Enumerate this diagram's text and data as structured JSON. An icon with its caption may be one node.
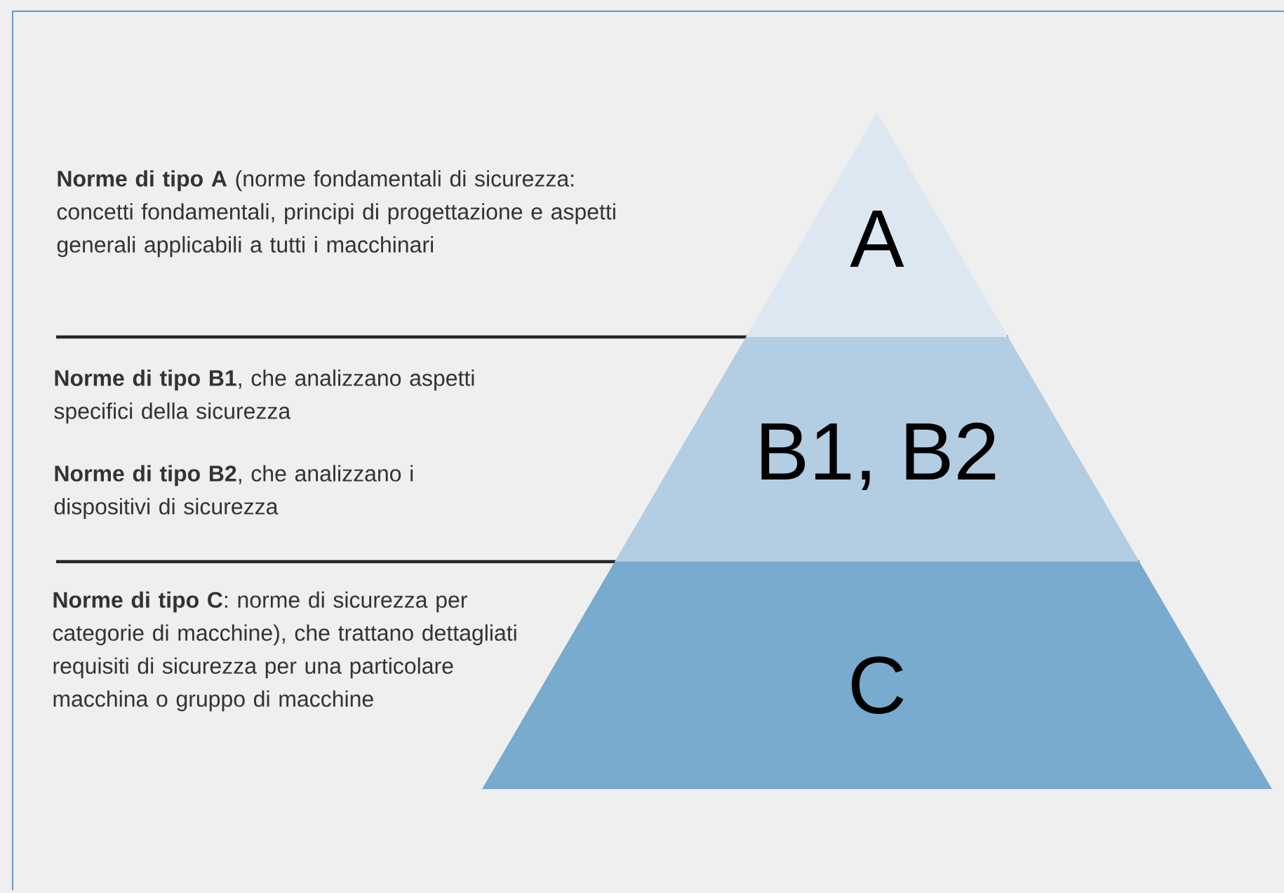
{
  "diagram": {
    "nodes": [
      {
        "text": [
          "A"
        ]
      },
      {
        "text": [
          "B1, B2"
        ]
      },
      {
        "text": [
          "C"
        ]
      }
    ],
    "labels": [
      "**Norme di tipo A** (norme fondamentali di sicurezza: concetti fondamentali, principi di progettazione e aspetti generali applicabili a tutti i macchinari",
      "**Norme di tipo B1**, che analizzano aspetti specifici della sicurezza",
      "**Norme di tipo B2**, che analizzano i dispositivi di sicurezza",
      "**Norme di tipo C**: norme di sicurezza per categorie di macchine), che trattano dettagliati requisiti di sicurezza per una particolare macchina o gruppo di macchine"
    ]
  }
}
